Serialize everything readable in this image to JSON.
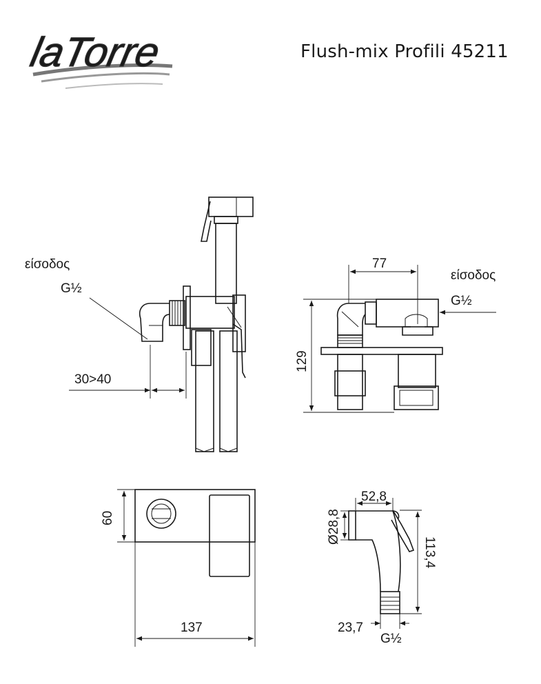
{
  "header": {
    "brand": "laTorre",
    "title": "Flush-mix Profili 45211"
  },
  "side_view": {
    "inlet_label": "είσοδος",
    "inlet_thread": "G½",
    "depth_dim": "30>40"
  },
  "top_view": {
    "width_dim": "77",
    "height_dim": "129",
    "inlet_label": "είσοδος",
    "inlet_thread": "G½"
  },
  "front_view": {
    "height_dim": "60",
    "width_dim": "137"
  },
  "spray_head": {
    "diameter_dim": "Ø28,8",
    "head_length_dim": "52,8",
    "length_dim": "113,4",
    "connector_dim": "23,7",
    "connector_thread": "G½"
  }
}
